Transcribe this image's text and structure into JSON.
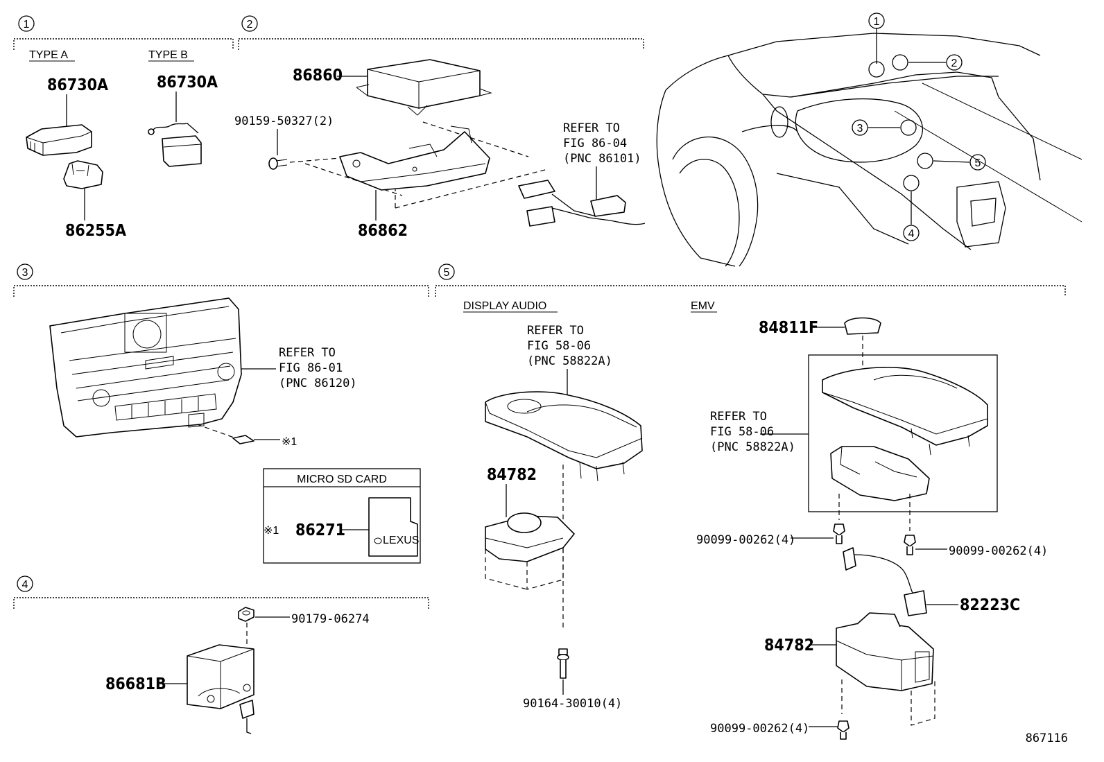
{
  "sections": {
    "s1": {
      "num": "1",
      "type_a": "TYPE A",
      "type_b": "TYPE B",
      "p1": "86730A",
      "p2": "86730A",
      "p3": "86255A"
    },
    "s2": {
      "num": "2",
      "p1": "86860",
      "p2": "90159-50327(2)",
      "p3": "86862",
      "refer": [
        "REFER TO",
        "FIG 86-04",
        "(PNC 86101)"
      ]
    },
    "s3": {
      "num": "3",
      "refer": [
        "REFER TO",
        "FIG 86-01",
        "(PNC 86120)"
      ],
      "note": "※1",
      "sd_title": "MICRO SD CARD",
      "sd_note": "※1",
      "sd_part": "86271",
      "sd_brand": "LEXUS"
    },
    "s4": {
      "num": "4",
      "p1": "90179-06274",
      "p2": "86681B"
    },
    "s5": {
      "num": "5",
      "display_audio": "DISPLAY AUDIO",
      "emv": "EMV",
      "da_refer": [
        "REFER TO",
        "FIG 58-06",
        "(PNC 58822A)"
      ],
      "da_p1": "84782",
      "da_p2": "90164-30010(4)",
      "emv_p1": "84811F",
      "emv_refer": [
        "REFER TO",
        "FIG 58-06",
        "(PNC 58822A)"
      ],
      "emv_p2": "90099-00262(4)",
      "emv_p3": "90099-00262(4)",
      "emv_p4": "82223C",
      "emv_p5": "84782",
      "emv_p6": "90099-00262(4)"
    }
  },
  "overview": {
    "callouts": [
      "1",
      "2",
      "3",
      "4",
      "5"
    ]
  },
  "figure_id": "867116"
}
